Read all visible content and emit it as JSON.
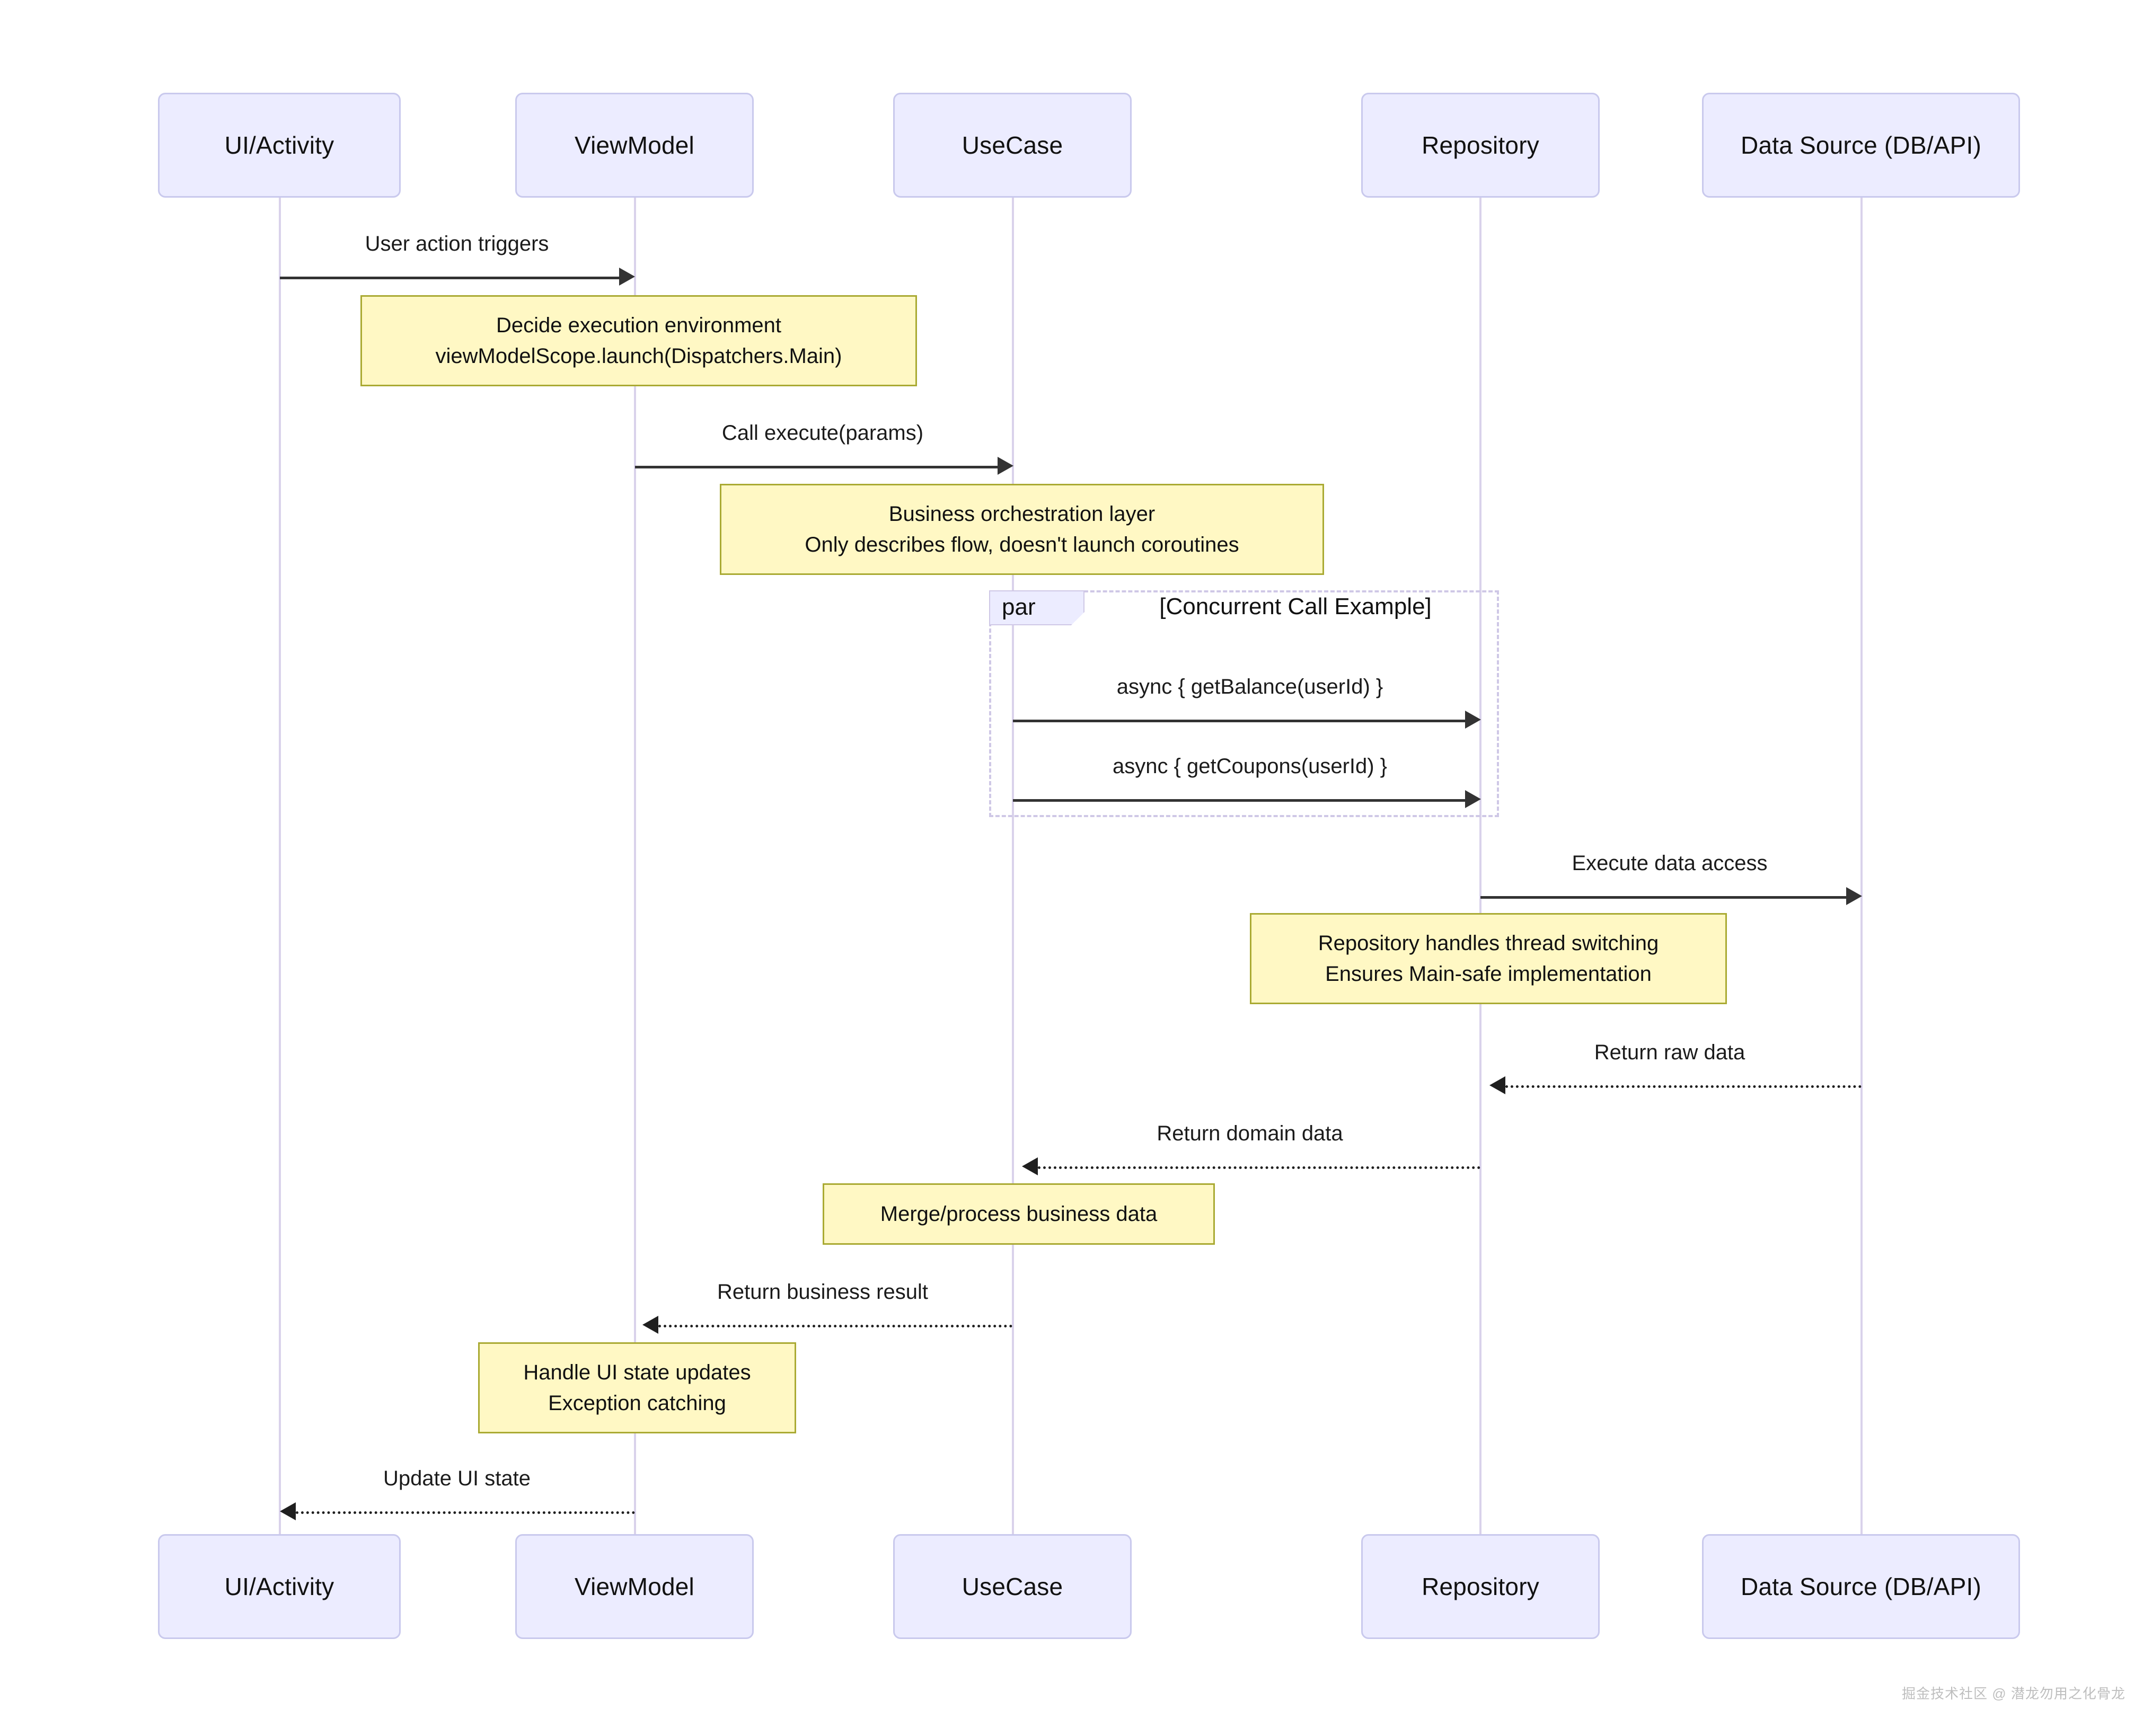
{
  "diagram": {
    "type": "sequence-diagram",
    "participants": [
      {
        "id": "ui",
        "label": "UI/Activity"
      },
      {
        "id": "vm",
        "label": "ViewModel"
      },
      {
        "id": "uc",
        "label": "UseCase"
      },
      {
        "id": "repo",
        "label": "Repository"
      },
      {
        "id": "ds",
        "label": "Data Source (DB/API)"
      }
    ],
    "messages": [
      {
        "id": "m1",
        "label": "User action triggers",
        "from": "ui",
        "to": "vm",
        "style": "solid"
      },
      {
        "id": "m2",
        "label": "Call execute(params)",
        "from": "vm",
        "to": "uc",
        "style": "solid"
      },
      {
        "id": "m3",
        "label": "async { getBalance(userId) }",
        "from": "uc",
        "to": "repo",
        "style": "solid"
      },
      {
        "id": "m4",
        "label": "async { getCoupons(userId) }",
        "from": "uc",
        "to": "repo",
        "style": "solid"
      },
      {
        "id": "m5",
        "label": "Execute data access",
        "from": "repo",
        "to": "ds",
        "style": "solid"
      },
      {
        "id": "m6",
        "label": "Return raw data",
        "from": "ds",
        "to": "repo",
        "style": "dashed"
      },
      {
        "id": "m7",
        "label": "Return domain data",
        "from": "repo",
        "to": "uc",
        "style": "dashed"
      },
      {
        "id": "m8",
        "label": "Return business result",
        "from": "uc",
        "to": "vm",
        "style": "dashed"
      },
      {
        "id": "m9",
        "label": "Update UI state",
        "from": "vm",
        "to": "ui",
        "style": "dashed"
      }
    ],
    "notes": [
      {
        "id": "n1",
        "lines": [
          "Decide execution environment",
          "viewModelScope.launch(Dispatchers.Main)"
        ]
      },
      {
        "id": "n2",
        "lines": [
          "Business orchestration layer",
          "Only describes flow, doesn't launch coroutines"
        ]
      },
      {
        "id": "n3",
        "lines": [
          "Repository handles thread switching",
          "Ensures Main-safe implementation"
        ]
      },
      {
        "id": "n4",
        "lines": [
          "Merge/process business data"
        ]
      },
      {
        "id": "n5",
        "lines": [
          "Handle UI state updates",
          "Exception catching"
        ]
      }
    ],
    "fragment": {
      "keyword": "par",
      "title": "[Concurrent Call Example]"
    },
    "watermark": "掘金技术社区 @ 潜龙勿用之化骨龙",
    "colors": {
      "participant_fill": "#ECECFF",
      "participant_border": "#C9C9ED",
      "note_fill": "#FFF8C4",
      "note_border": "#AAAA33",
      "lifeline": "#D9D2EB",
      "arrow": "#333333"
    }
  }
}
